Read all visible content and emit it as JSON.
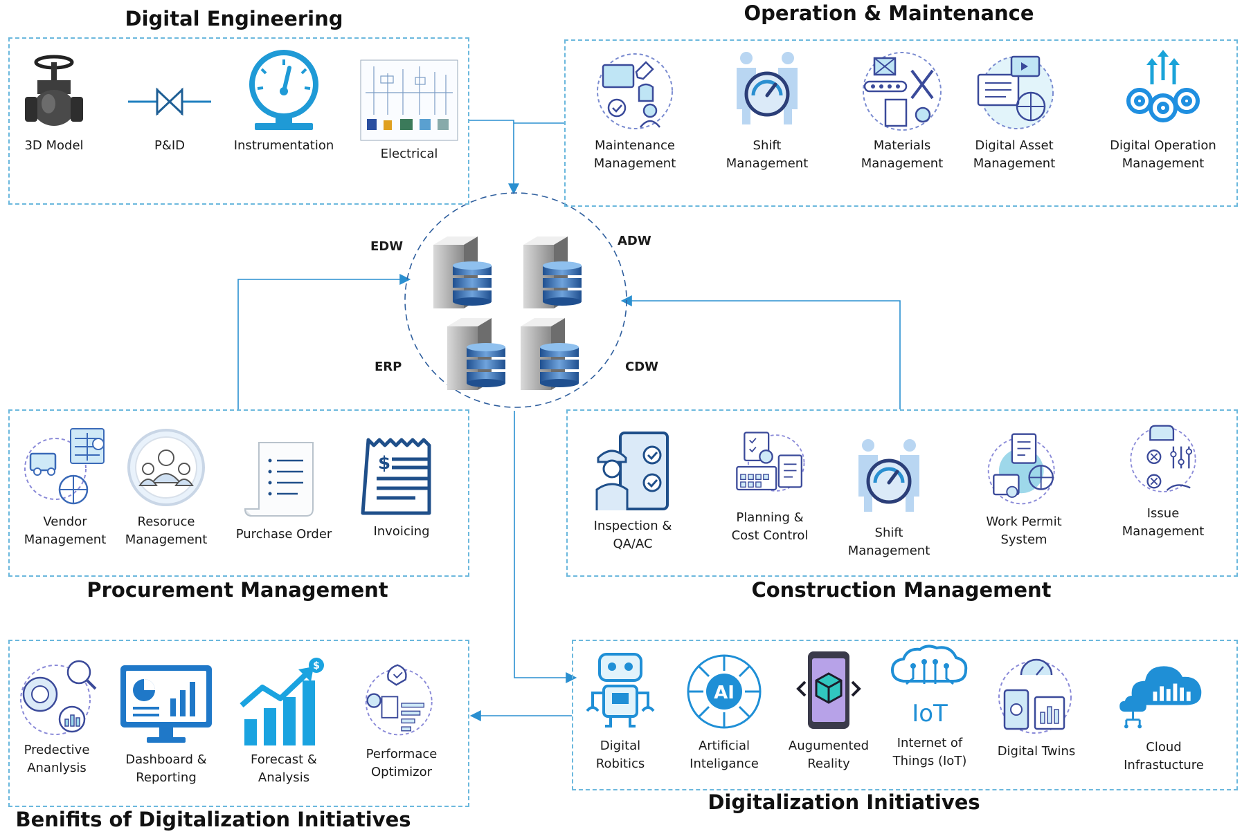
{
  "sections": {
    "digital_engineering": {
      "title": "Digital Engineering",
      "items": [
        "3D Model",
        "P&ID",
        "Instrumentation",
        "Electrical"
      ]
    },
    "operation_maintenance": {
      "title": "Operation & Maintenance",
      "items": [
        "Maintenance\nManagement",
        "Shift\nManagement",
        "Materials\nManagement",
        "Digital Asset\nManagement",
        "Digital Operation\nManagement"
      ]
    },
    "procurement": {
      "title": "Procurement Management",
      "items": [
        "Vendor\nManagement",
        "Resoruce\nManagement",
        "Purchase Order",
        "Invoicing"
      ]
    },
    "construction": {
      "title": "Construction Management",
      "items": [
        "Inspection &\nQA/AC",
        "Planning &\nCost Control",
        "Shift\nManagement",
        "Work Permit\nSystem",
        "Issue\nManagement"
      ]
    },
    "benefits": {
      "title": "Benifits of Digitalization Initiatives",
      "items": [
        "Predective\nAnanlysis",
        "Dashboard &\nReporting",
        "Forecast &\nAnalysis",
        "Performace\nOptimizor"
      ]
    },
    "initiatives": {
      "title": "Digitalization Initiatives",
      "items": [
        "Digital\nRobitics",
        "Artificial\nInteligance",
        "Augumented\nReality",
        "Internet of\nThings (IoT)",
        "Digital Twins",
        "Cloud\nInfrastucture"
      ]
    }
  },
  "hub": {
    "databases": [
      "EDW",
      "ADW",
      "ERP",
      "CDW"
    ]
  },
  "colors": {
    "accent": "#1f9ad6",
    "dark_blue": "#1b4f8a",
    "border": "#6bb8dd",
    "connector": "#2a8fd0"
  }
}
